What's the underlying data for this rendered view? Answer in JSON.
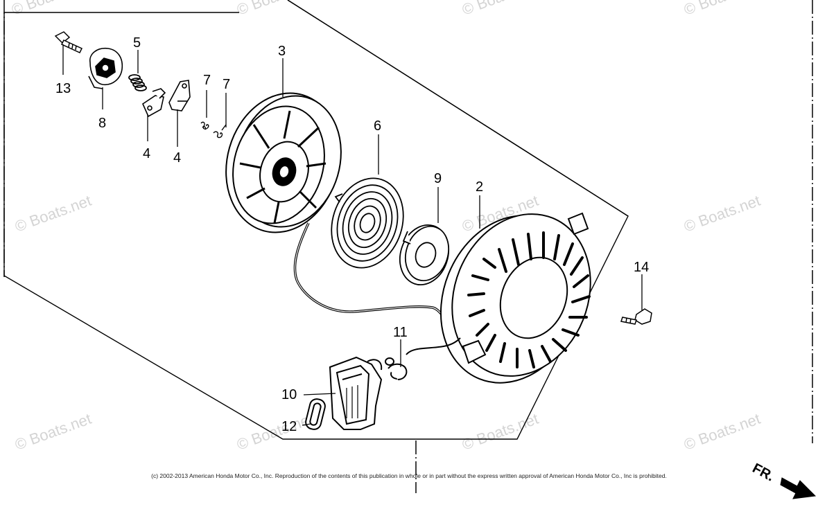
{
  "diagram": {
    "callouts": {
      "c1": "13",
      "c2": "5",
      "c3": "8",
      "c4": "4",
      "c5": "4",
      "c6": "7",
      "c7": "7",
      "c8": "3",
      "c9": "6",
      "c10": "9",
      "c11": "2",
      "c12": "14",
      "c13": "11",
      "c14": "10",
      "c15": "12"
    },
    "watermark": "© Boats.net",
    "direction_label": "FR.",
    "copyright": "(c) 2002-2013 American Honda Motor Co., Inc. Reproduction of the contents of this publication in whole or in part without the express written approval of American Honda Motor Co., Inc is prohibited."
  }
}
